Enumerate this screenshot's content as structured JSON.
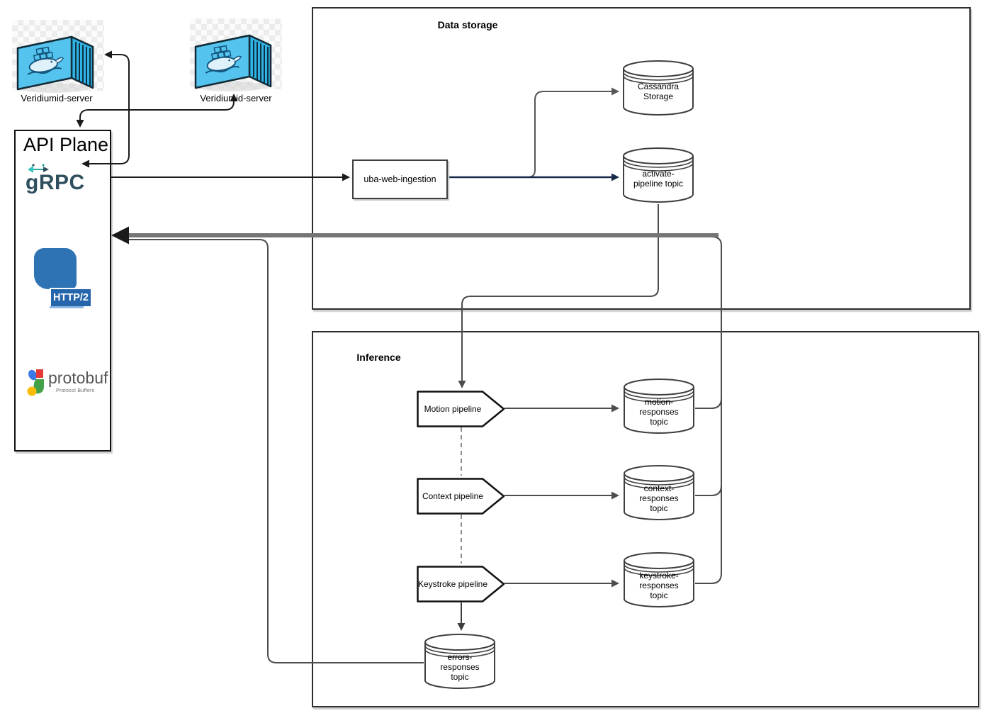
{
  "diagram": {
    "left_container": {
      "label": "Veridiumid-server"
    },
    "right_container": {
      "label": "Veridiumid-server"
    },
    "api_plane": {
      "title": "API Plane",
      "grpc": "gRPC",
      "http2": "HTTP/2",
      "protobuf": "protobuf",
      "protobuf_sub": "Protocol Buffers"
    },
    "data_storage": {
      "title": "Data storage",
      "ingestion": "uba-web-ingestion",
      "cassandra": "Cassandra Storage",
      "activate_topic": "activate-pipeline topic"
    },
    "inference": {
      "title": "Inference",
      "motion_pipeline": "Motion pipeline",
      "context_pipeline": "Context pipeline",
      "keystroke_pipeline": "Keystroke pipeline",
      "motion_topic": "motion-responses topic",
      "context_topic": "context-responses topic",
      "keystroke_topic": "keystroke-responses topic",
      "errors_topic": "errors-responses topic"
    },
    "colors": {
      "edge_dark": "#1a1a1a",
      "edge_gray": "#4d4d4d",
      "edge_navy": "#17294a",
      "edge_thick": "#757575",
      "docker_blue": "#54c3ee",
      "http2_blue": "#2e74b5",
      "grpc_teal": "#2f4f5f",
      "grpc_cyan": "#2aa8a4"
    }
  }
}
